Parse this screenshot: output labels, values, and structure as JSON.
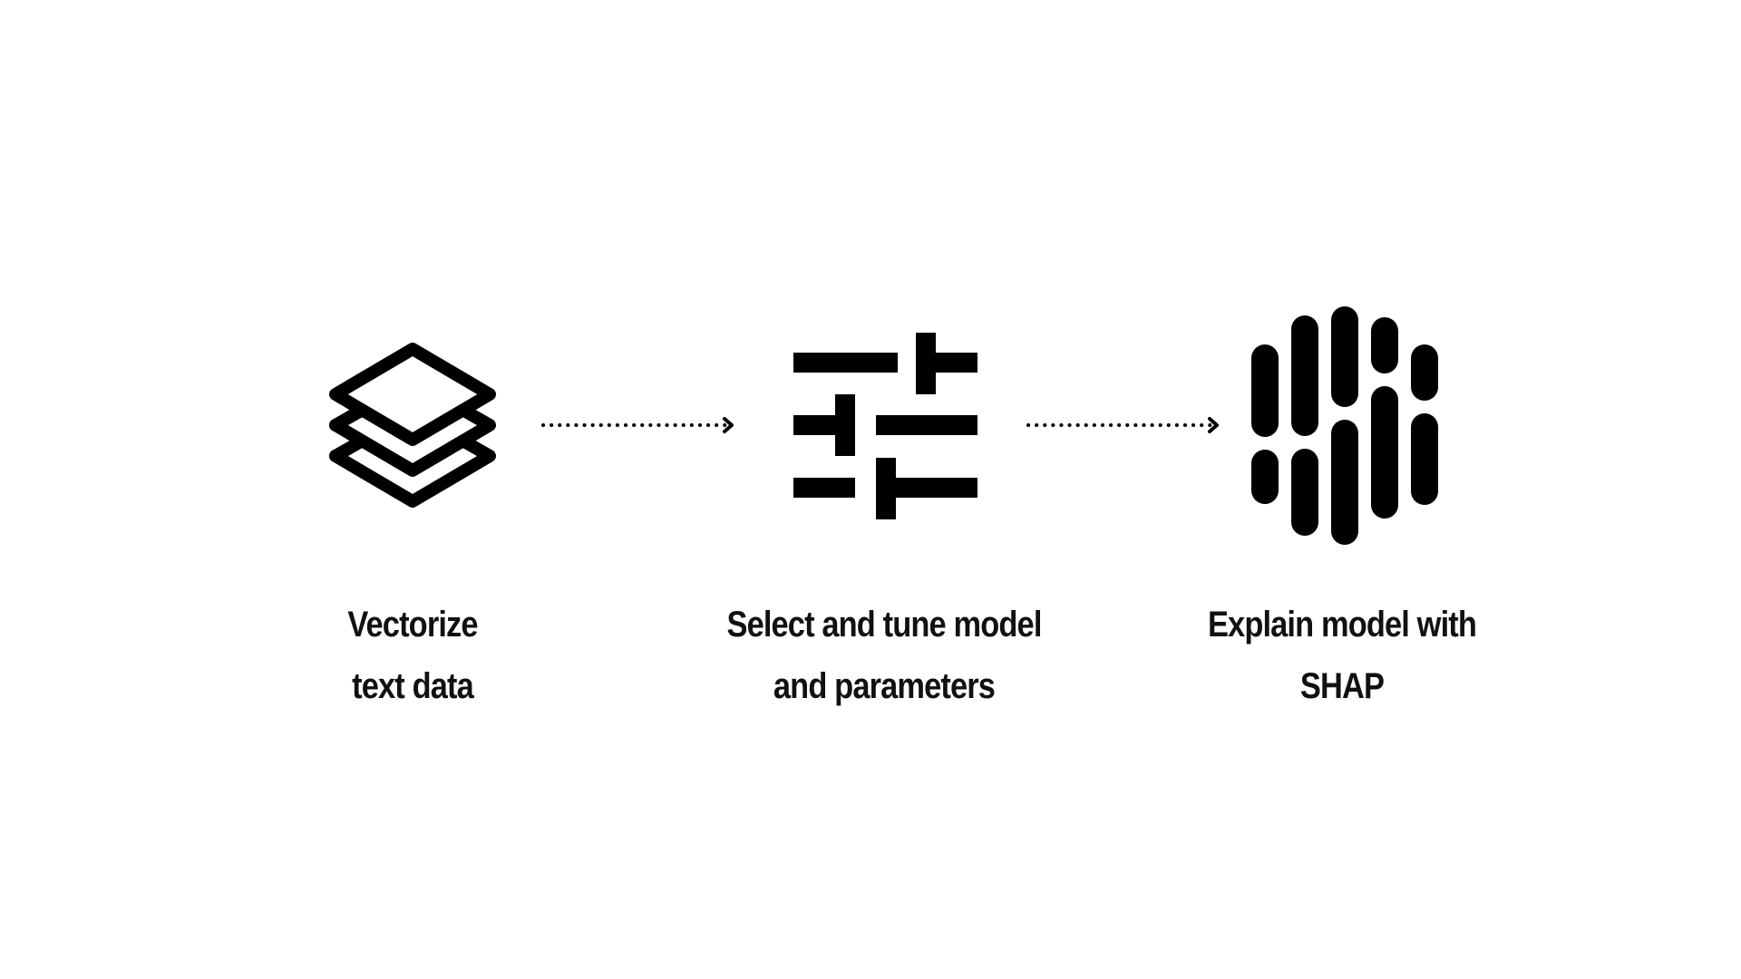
{
  "diagram": {
    "colors": {
      "background": "#ffffff",
      "ink": "#000000"
    },
    "steps": [
      {
        "icon": "layers-icon",
        "label_lines": [
          "Vectorize",
          "text data"
        ]
      },
      {
        "icon": "sliders-icon",
        "label_lines": [
          "Select and tune model",
          "and parameters"
        ]
      },
      {
        "icon": "shap-logo-icon",
        "label_lines": [
          "Explain model with",
          "SHAP"
        ]
      }
    ],
    "connectors": [
      {
        "from": 0,
        "to": 1,
        "style": "dotted-arrow"
      },
      {
        "from": 1,
        "to": 2,
        "style": "dotted-arrow"
      }
    ]
  }
}
